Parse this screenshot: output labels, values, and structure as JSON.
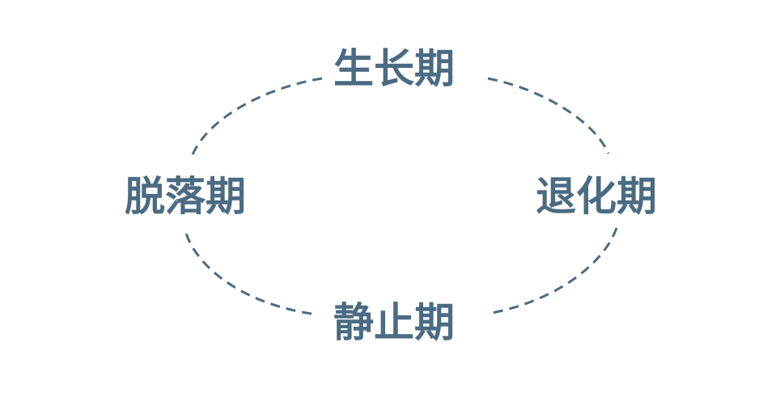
{
  "stages": {
    "top": "生长期",
    "right": "退化期",
    "bottom": "静止期",
    "left": "脱落期"
  },
  "colors": {
    "text": "#4a6b82",
    "line": "#4a6b82",
    "background": "#ffffff"
  },
  "line_style": "dashed"
}
